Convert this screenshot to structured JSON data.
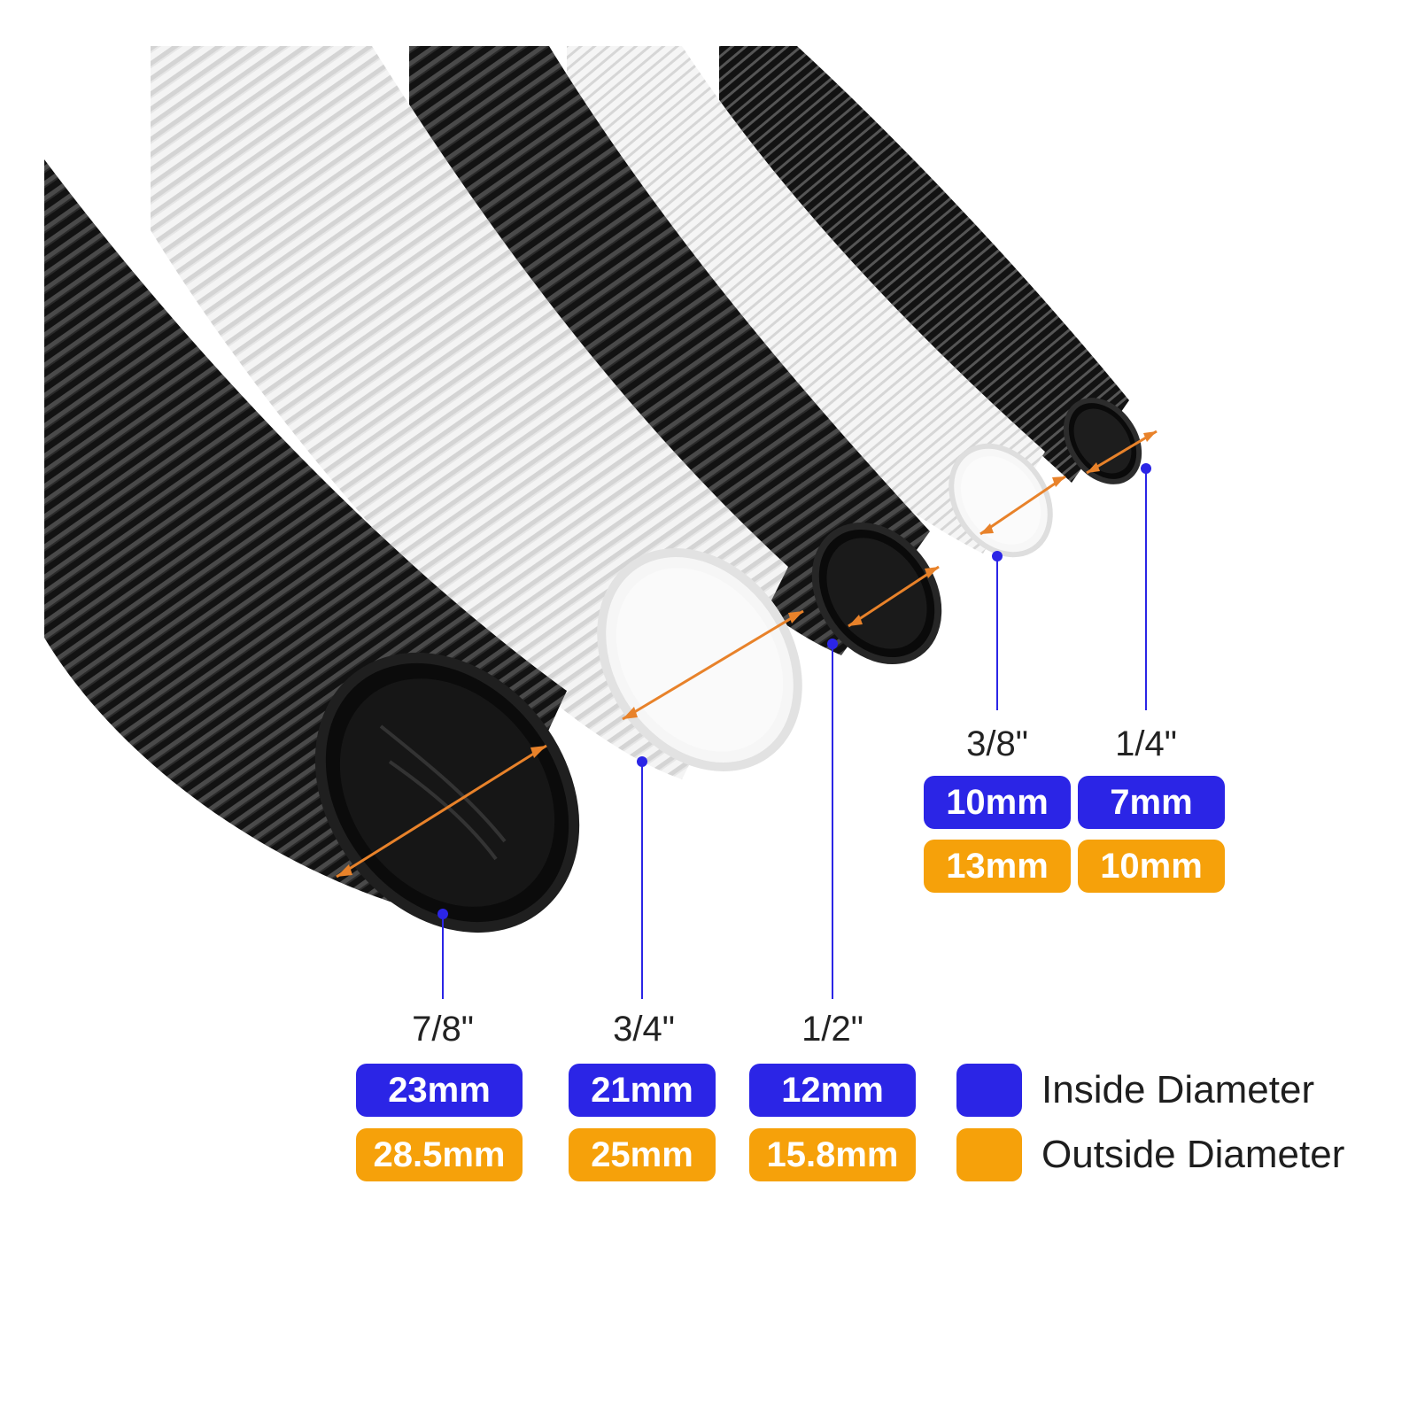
{
  "colors": {
    "inside": "#2b25e6",
    "outside": "#f6a10a",
    "measure_arrow": "#e8822a",
    "leader_line": "#2b25e6",
    "tube_black": "#141414",
    "tube_white": "#f2f2f2"
  },
  "tubes": [
    {
      "size": "7/8\"",
      "inside": "23mm",
      "outside": "28.5mm",
      "color": "black"
    },
    {
      "size": "3/4\"",
      "inside": "21mm",
      "outside": "25mm",
      "color": "white"
    },
    {
      "size": "1/2\"",
      "inside": "12mm",
      "outside": "15.8mm",
      "color": "black"
    },
    {
      "size": "3/8\"",
      "inside": "10mm",
      "outside": "13mm",
      "color": "white"
    },
    {
      "size": "1/4\"",
      "inside": "7mm",
      "outside": "10mm",
      "color": "black"
    }
  ],
  "legend": {
    "inside_label": "Inside Diameter",
    "outside_label": "Outside Diameter"
  }
}
